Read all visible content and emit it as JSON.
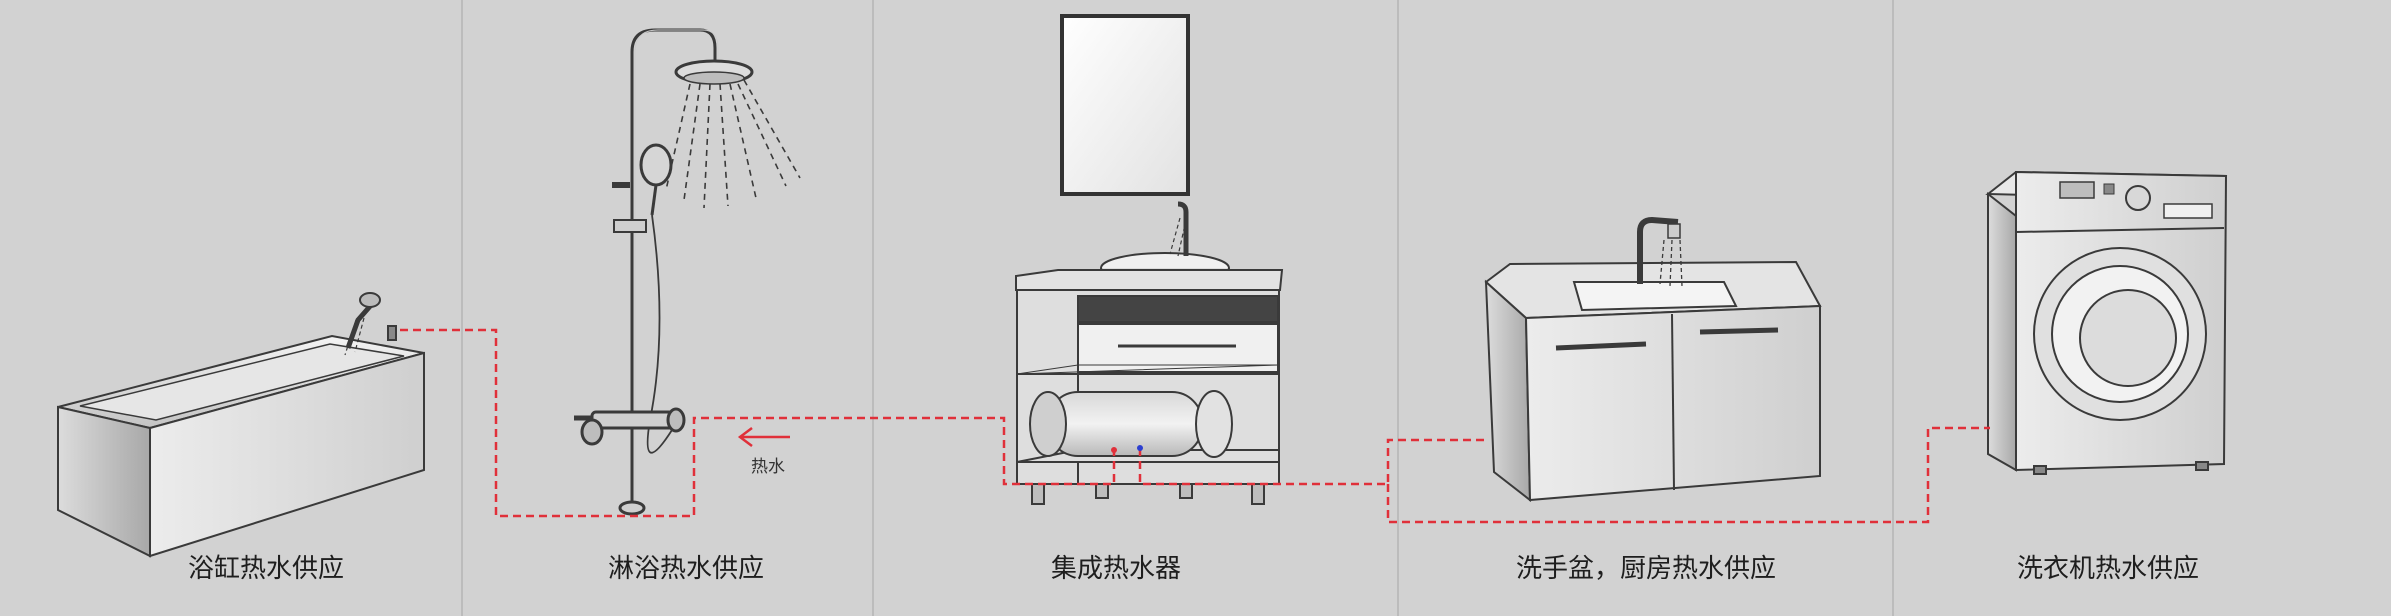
{
  "sections": [
    {
      "id": "bathtub",
      "caption": "浴缸热水供应"
    },
    {
      "id": "shower",
      "caption": "淋浴热水供应"
    },
    {
      "id": "heater",
      "caption": "集成热水器"
    },
    {
      "id": "sink",
      "caption": "洗手盆，厨房热水供应"
    },
    {
      "id": "washer",
      "caption": "洗衣机热水供应"
    }
  ],
  "flow": {
    "label": "热水",
    "direction": "left"
  },
  "colors": {
    "background": "#d2d2d2",
    "pipe_hot": "#e0303a",
    "pipe_cold": "#2c3fd0",
    "outline": "#3a3a3a"
  },
  "icons": [
    "bathtub-icon",
    "shower-icon",
    "mirror-icon",
    "vanity-cabinet-icon",
    "water-tank-icon",
    "faucet-icon",
    "kitchen-cabinet-icon",
    "washing-machine-icon",
    "flow-arrow-icon"
  ]
}
